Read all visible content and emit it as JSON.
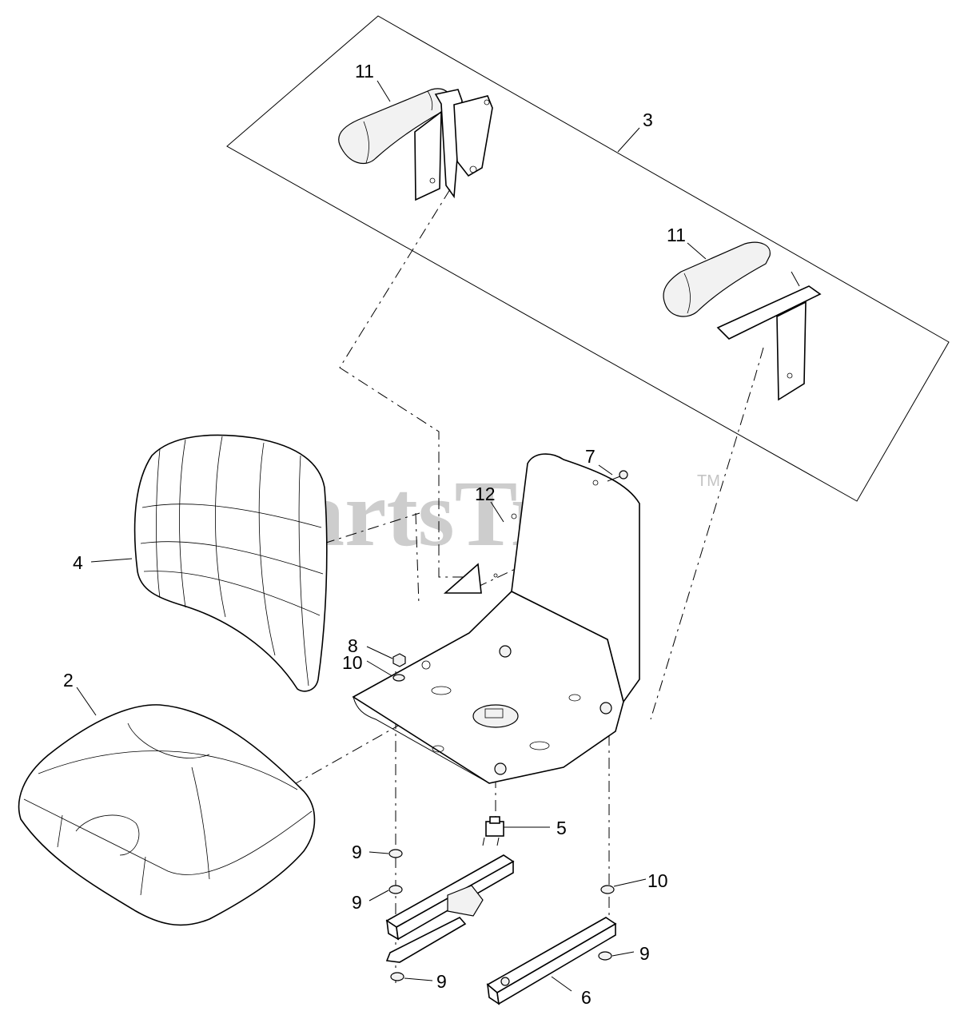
{
  "watermark": {
    "text": "PartsTree",
    "trademark": "TM"
  },
  "callouts": [
    {
      "label": "11"
    },
    {
      "label": "3"
    },
    {
      "label": "11"
    },
    {
      "label": "7"
    },
    {
      "label": "12"
    },
    {
      "label": "4"
    },
    {
      "label": "8"
    },
    {
      "label": "10"
    },
    {
      "label": "2"
    },
    {
      "label": "5"
    },
    {
      "label": "9"
    },
    {
      "label": "9"
    },
    {
      "label": "10"
    },
    {
      "label": "9"
    },
    {
      "label": "9"
    },
    {
      "label": "6"
    }
  ]
}
